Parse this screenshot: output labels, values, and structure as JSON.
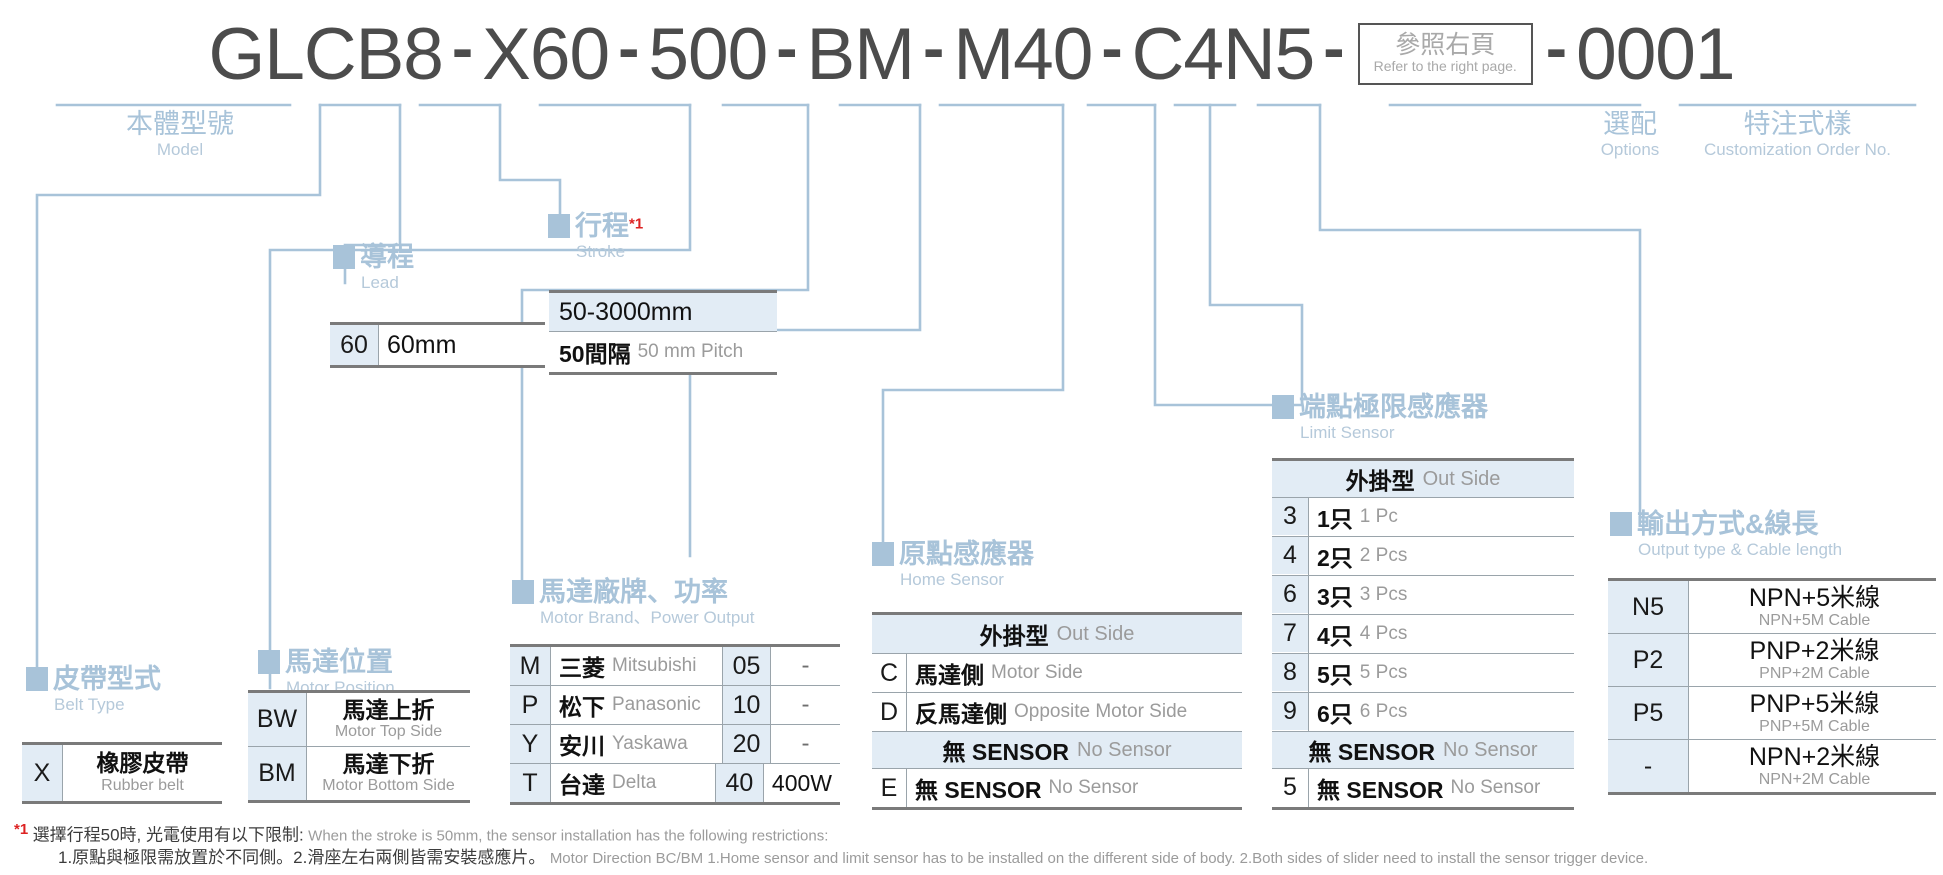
{
  "part_number": {
    "segments": [
      "GLCB8",
      "X60",
      "500",
      "BM",
      "M40",
      "C4N5"
    ],
    "separator": "-",
    "ref_box": {
      "cn": "參照右頁",
      "en": "Refer to the right page."
    },
    "order_no": "0001"
  },
  "captions": {
    "model": {
      "cn": "本體型號",
      "en": "Model"
    },
    "lead": {
      "cn": "導程",
      "en": "Lead"
    },
    "stroke": {
      "cn": "行程",
      "en": "Stroke",
      "note_mark": "*1"
    },
    "belt_type": {
      "cn": "皮帶型式",
      "en": "Belt Type"
    },
    "motor_pos": {
      "cn": "馬達位置",
      "en": "Motor Position"
    },
    "motor_brand": {
      "cn": "馬達廠牌、功率",
      "en": "Motor Brand、Power Output"
    },
    "home_sensor": {
      "cn": "原點感應器",
      "en": "Home Sensor"
    },
    "limit_sensor": {
      "cn": "端點極限感應器",
      "en": "Limit Sensor"
    },
    "options": {
      "cn": "選配",
      "en": "Options"
    },
    "custom": {
      "cn": "特注式樣",
      "en": "Customization Order No."
    },
    "output_type": {
      "cn": "輸出方式&線長",
      "en": "Output type & Cable length"
    }
  },
  "tables": {
    "lead": {
      "rows": [
        {
          "code": "60",
          "cn": "60mm",
          "en": ""
        }
      ]
    },
    "stroke": {
      "header": {
        "cn": "50-3000mm",
        "en": ""
      },
      "rows": [
        {
          "cn": "50間隔",
          "en": "50 mm Pitch"
        }
      ]
    },
    "belt_type": {
      "rows": [
        {
          "code": "X",
          "cn": "橡膠皮帶",
          "en": "Rubber belt"
        }
      ]
    },
    "motor_position": {
      "rows": [
        {
          "code": "BW",
          "cn": "馬達上折",
          "en": "Motor Top Side"
        },
        {
          "code": "BM",
          "cn": "馬達下折",
          "en": "Motor Bottom Side"
        }
      ]
    },
    "motor_brand": {
      "rows": [
        {
          "code": "M",
          "cn": "三菱",
          "en": "Mitsubishi",
          "power_code": "05",
          "power": "-"
        },
        {
          "code": "P",
          "cn": "松下",
          "en": "Panasonic",
          "power_code": "10",
          "power": "-"
        },
        {
          "code": "Y",
          "cn": "安川",
          "en": "Yaskawa",
          "power_code": "20",
          "power": "-"
        },
        {
          "code": "T",
          "cn": "台達",
          "en": "Delta",
          "power_code": "40",
          "power": "400W"
        }
      ]
    },
    "home_sensor": {
      "group1": {
        "cn": "外掛型",
        "en": "Out Side"
      },
      "rows1": [
        {
          "code": "C",
          "cn": "馬達側",
          "en": "Motor Side"
        },
        {
          "code": "D",
          "cn": "反馬達側",
          "en": "Opposite Motor Side"
        }
      ],
      "group2": {
        "cn": "無 SENSOR",
        "en": "No Sensor"
      },
      "rows2": [
        {
          "code": "E",
          "cn": "無 SENSOR",
          "en": "No Sensor"
        }
      ]
    },
    "limit_sensor": {
      "group1": {
        "cn": "外掛型",
        "en": "Out Side"
      },
      "rows1": [
        {
          "code": "3",
          "cn": "1只",
          "en": "1 Pc"
        },
        {
          "code": "4",
          "cn": "2只",
          "en": "2 Pcs"
        },
        {
          "code": "6",
          "cn": "3只",
          "en": "3 Pcs"
        },
        {
          "code": "7",
          "cn": "4只",
          "en": "4 Pcs"
        },
        {
          "code": "8",
          "cn": "5只",
          "en": "5 Pcs"
        },
        {
          "code": "9",
          "cn": "6只",
          "en": "6 Pcs"
        }
      ],
      "group2": {
        "cn": "無 SENSOR",
        "en": "No Sensor"
      },
      "rows2": [
        {
          "code": "5",
          "cn": "無 SENSOR",
          "en": "No Sensor"
        }
      ]
    },
    "output_type": {
      "rows": [
        {
          "code": "N5",
          "cn": "NPN+5米線",
          "en": "NPN+5M Cable"
        },
        {
          "code": "P2",
          "cn": "PNP+2米線",
          "en": "PNP+2M Cable"
        },
        {
          "code": "P5",
          "cn": "PNP+5米線",
          "en": "PNP+5M Cable"
        },
        {
          "code": "-",
          "cn": "NPN+2米線",
          "en": "NPN+2M Cable"
        }
      ]
    }
  },
  "footnote": {
    "mark": "*1",
    "line1_cn": "選擇行程50時, 光電使用有以下限制:",
    "line1_en": "When the stroke is 50mm, the sensor installation has  the following restrictions:",
    "line2_cn": "1.原點與極限需放置於不同側。2.滑座左右兩側皆需安裝感應片。",
    "line2_en": "Motor Direction BC/BM 1.Home sensor and limit sensor has to be installed on the different side of body.  2.Both sides of slider need to install the sensor trigger device."
  },
  "colors": {
    "accent": "#a8c3d9",
    "key_cell": "#e2ecf5",
    "code_text": "#4c4c4c",
    "note_red": "#dd2222"
  }
}
